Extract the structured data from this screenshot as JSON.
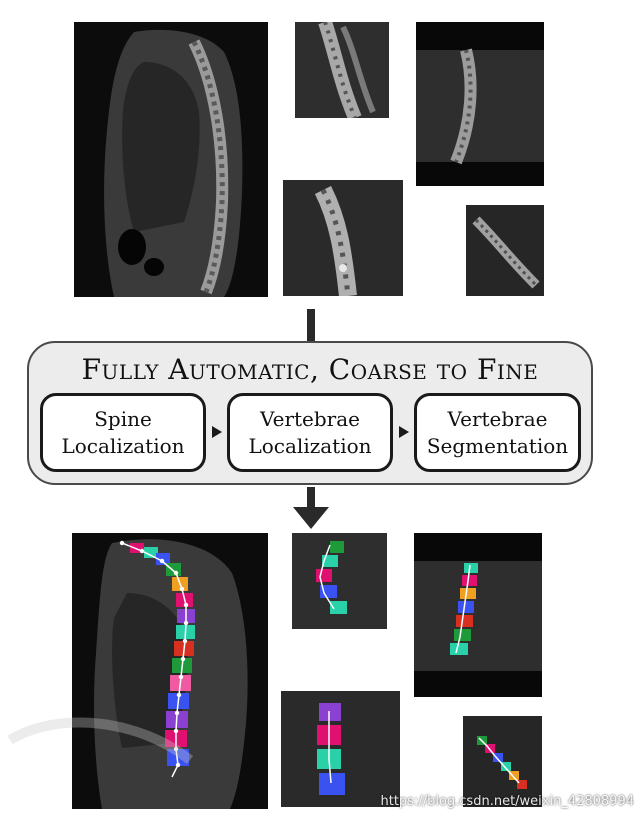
{
  "pipeline": {
    "title": "Fully Automatic, Coarse to Fine",
    "steps": [
      {
        "line1": "Spine",
        "line2": "Localization"
      },
      {
        "line1": "Vertebrae",
        "line2": "Localization"
      },
      {
        "line1": "Vertebrae",
        "line2": "Segmentation"
      }
    ]
  },
  "watermark": "https://blog.csdn.net/weixin_42808994",
  "colors": {
    "panel_bg": "#ececec",
    "arrow": "#2a2a2a",
    "vertebra_palette": [
      "#e01070",
      "#2ad0a8",
      "#3a52f0",
      "#1f9a3a",
      "#d83020",
      "#8a40d0",
      "#f0a020",
      "#f05aa0",
      "#ffffff"
    ]
  }
}
